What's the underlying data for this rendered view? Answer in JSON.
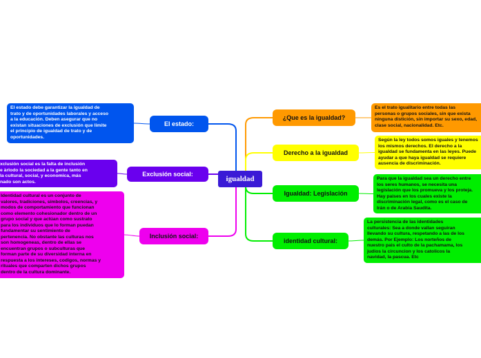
{
  "colors": {
    "central": "#3a1ad6",
    "orange": "#ff9900",
    "yellow": "#ffff00",
    "green": "#00ee00",
    "blue": "#0055ee",
    "purple": "#6a00ee",
    "magenta": "#ee00ee"
  },
  "central": {
    "label": "igualdad"
  },
  "right_topics": [
    {
      "label": "¿Que es la igualdad?",
      "color": "orange",
      "note": "Es el trato igualitario entre todas las\npersonas o grupos sociales, sin que exista\nninguna distición, sin importar su sexo, edad,\nclase social, nacionalidad. Etc."
    },
    {
      "label": "Derecho a la igualdad",
      "color": "yellow",
      "note": "Según la ley todos somos iguales y tenemos\nlos mismos derechos. El derecho a la\nigualdad se fundamenta en las leyes. Puede\nayudar a que haya igualdad se requiere\nausencia de discriminación."
    },
    {
      "label": "Igualdad: Legislación",
      "color": "green",
      "note": "Para que la igualdad sea un derecho entre\nlos seres humanos, se necesita una\nlegislación que los promueva y los proteja.\nHay paises en los cuales existe la\ndiscriminación legal, como es el caso de\nIrán o de Arabia Saudita."
    },
    {
      "label": "identidad cultural:",
      "color": "green",
      "note": "La persistencia de las identidades\nculturales: Sea a donde vallan seguiran\nllevando su cultura, respetando a las de los\ndemás. Por Ejemplo: Los norteños de\nnuestro pais el culto de la pachamama, los\njudios la circuncion y los catolicos la\nnavidad, la pascua. Etc"
    }
  ],
  "left_topics": [
    {
      "label": "El estado:",
      "color": "blue",
      "note": "El estado debe garantizar la igualdad de\ntrato y de oportunidades laborales y acceso\na la educación. Deben asegurar que no\nexistan situaciones de exclusión que limite\nel principio de igualdad de trato y de\noportunidades."
    },
    {
      "label": "Exclusión social:",
      "color": "purple",
      "note": "xclusión social es la falta de inclusión\ne àrlodo la sociedad a la gente tanto en\nla cultural, social, y economica, más\nnado son actos."
    },
    {
      "label": "Inclusión social:",
      "color": "magenta",
      "note": "Identidad cultural es un conjunto de\nvalores, tradiciones, símbolos, creencias, y\nmodos de comportamiento que funcionan\ncomo elemento cohesionador dentro de un\ngrupo social y que actúan como sustrato\npara los individuos que lo forman puedan\nfundamentar su sentimiento de\npertenencia. No obstante las culturas nos\nson homogeneas, dentro de ellas se\nencuentran grupos o subculturas que\nforman parte de su diversidad interna en\nrespuesta a los intereses, codigos, normas y\nrituales que comparten dichos grupos\ndentro de la cultura dominante."
    }
  ]
}
